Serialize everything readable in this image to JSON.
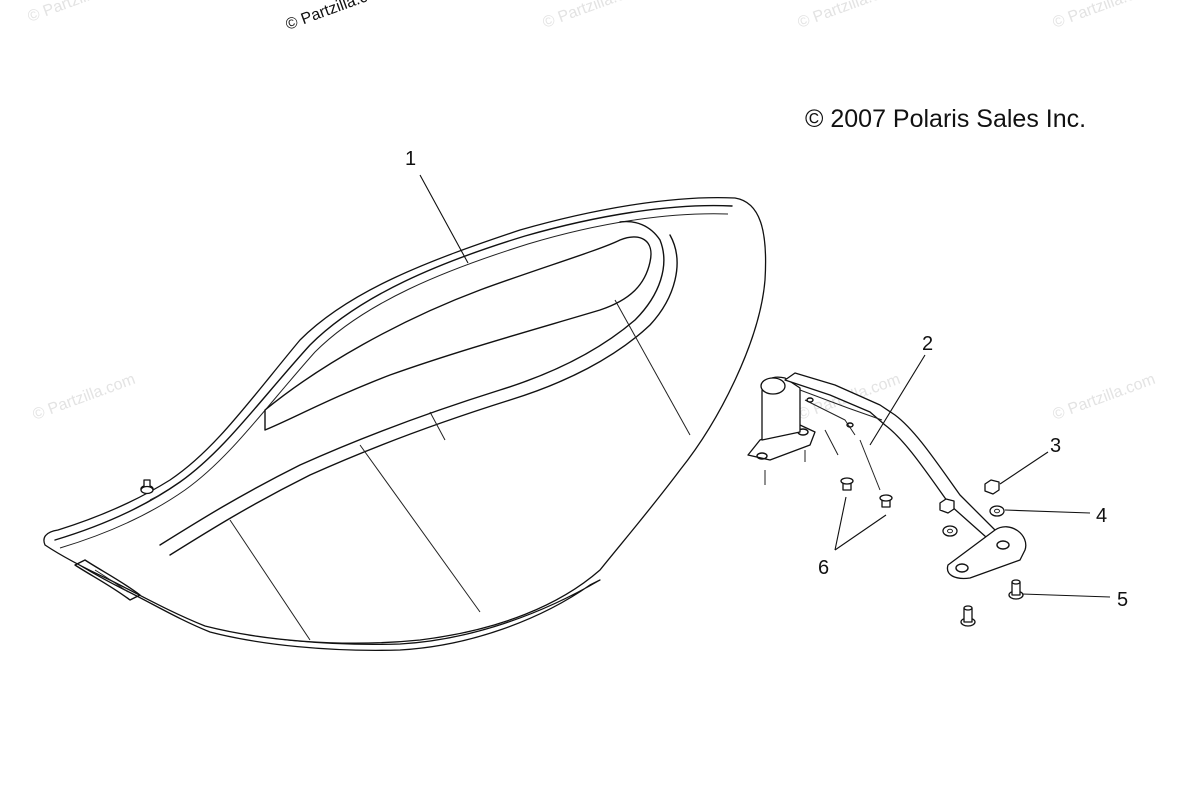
{
  "watermark": "© Partzilla.com",
  "copyright": "© 2007 Polaris Sales Inc.",
  "callouts": [
    {
      "id": "1",
      "label": "1"
    },
    {
      "id": "2",
      "label": "2"
    },
    {
      "id": "3",
      "label": "3"
    },
    {
      "id": "4",
      "label": "4"
    },
    {
      "id": "5",
      "label": "5"
    },
    {
      "id": "6",
      "label": "6"
    }
  ]
}
